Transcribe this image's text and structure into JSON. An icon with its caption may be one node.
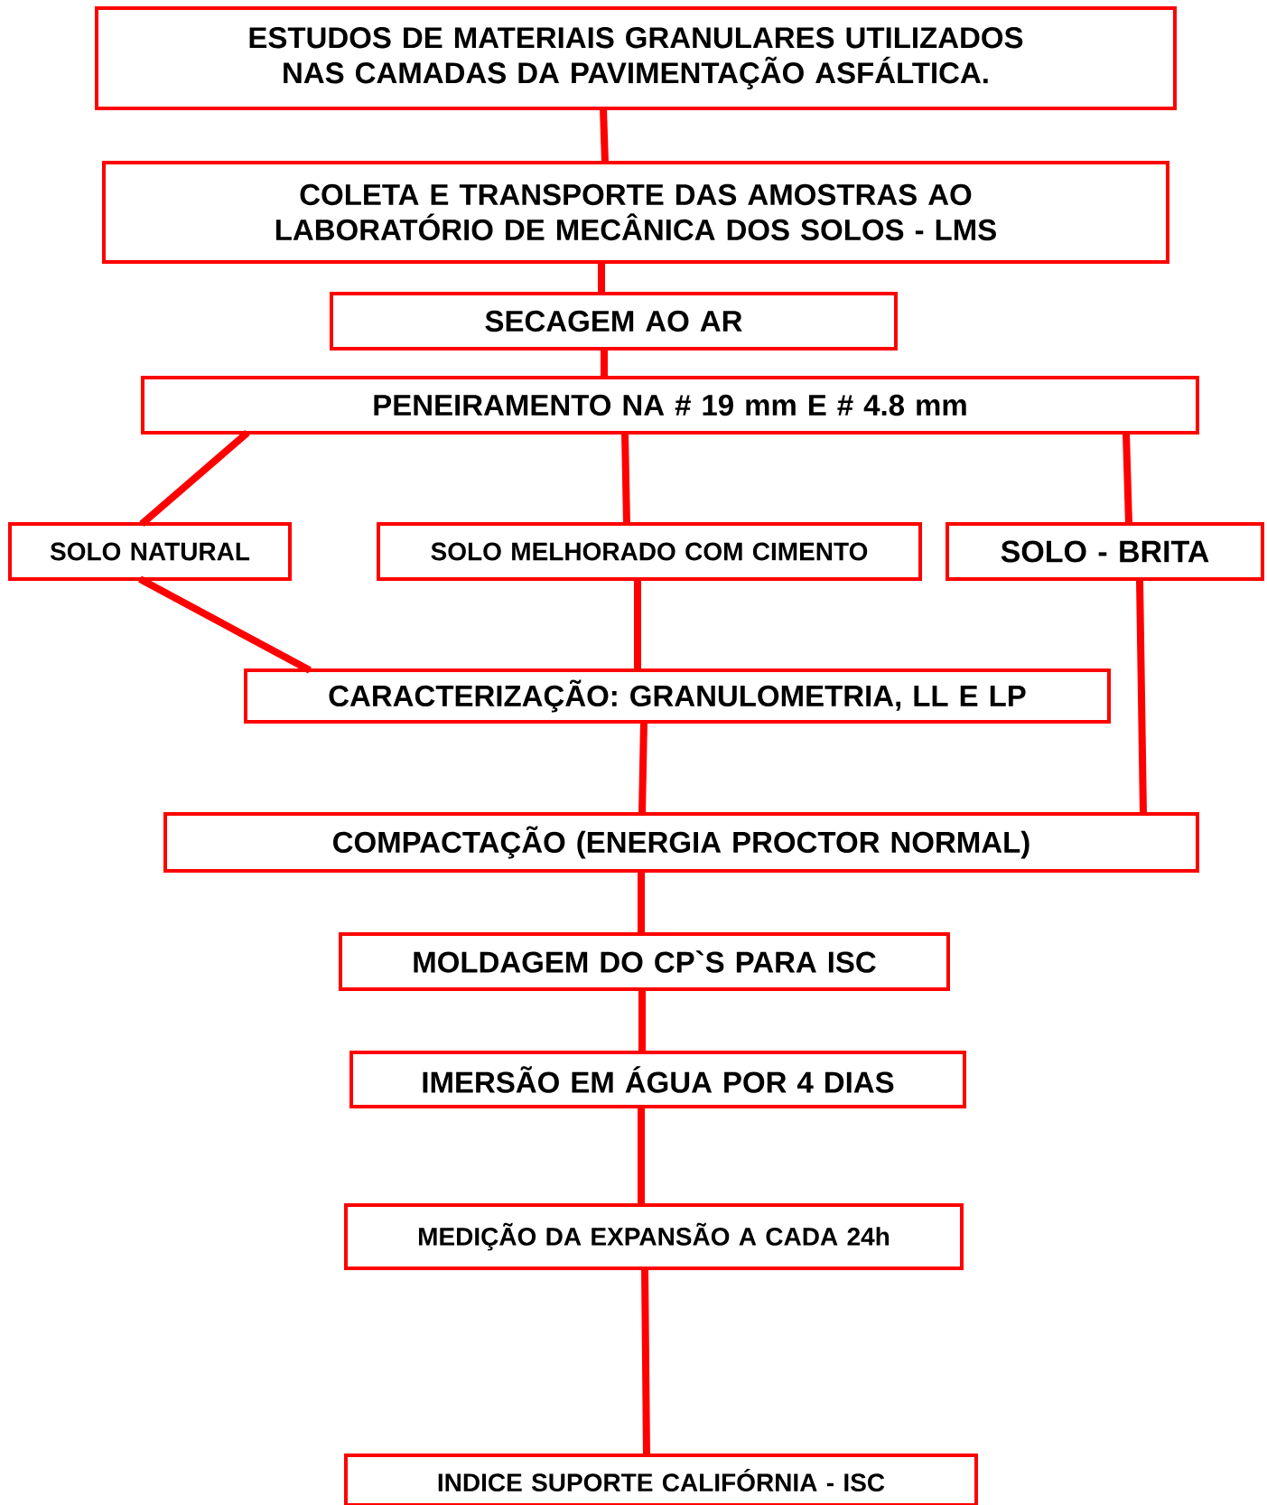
{
  "diagram": {
    "nodes": [
      {
        "text": [
          "ESTUDOS DE MATERIAIS GRANULARES UTILIZADOS NAS CAMADAS DA PAVIMENTAÇÃO ASFÁLTICA."
        ]
      },
      {
        "text": [
          "COLETA E TRANSPORTE DAS AMOSTRAS AO LABORATÓRIO DE MECÂNICA DOS  SOLOS - LMS"
        ]
      },
      {
        "text": [
          "SECAGEM AO AR"
        ]
      },
      {
        "text": [
          "PENEIRAMENTO NA # 19 mm E # 4.8 mm"
        ]
      },
      {
        "text": [
          "SOLO NATURAL"
        ]
      },
      {
        "text": [
          "SOLO MELHORADO COM CIMENTO"
        ]
      },
      {
        "text": [
          "SOLO - BRITA"
        ]
      },
      {
        "text": [
          "CARACTERIZAÇÃO: GRANULOMETRIA, LL E LP"
        ]
      },
      {
        "text": [
          "COMPACTAÇÃO (ENERGIA PROCTOR NORMAL)"
        ]
      },
      {
        "text": [
          "MOLDAGEM DO CP`S PARA ISC"
        ]
      },
      {
        "text": [
          "IMERSÃO EM ÁGUA POR 4 DIAS"
        ]
      },
      {
        "text": [
          "MEDIÇÃO DA EXPANSÃO A CADA  24h"
        ]
      },
      {
        "text": [
          "INDICE SUPORTE CALIFÓRNIA - ISC"
        ]
      }
    ],
    "edges": [
      {
        "from": 0,
        "to": 1,
        "arrow": "none"
      },
      {
        "from": 1,
        "to": 2,
        "arrow": "none"
      },
      {
        "from": 2,
        "to": 3,
        "arrow": "none"
      },
      {
        "from": 3,
        "to": 4,
        "arrow": "none"
      },
      {
        "from": 3,
        "to": 5,
        "arrow": "none"
      },
      {
        "from": 3,
        "to": 6,
        "arrow": "none"
      },
      {
        "from": 4,
        "to": 7,
        "arrow": "none"
      },
      {
        "from": 5,
        "to": 7,
        "arrow": "none"
      },
      {
        "from": 6,
        "to": 8,
        "arrow": "none"
      },
      {
        "from": 7,
        "to": 8,
        "arrow": "none"
      },
      {
        "from": 8,
        "to": 9,
        "arrow": "none"
      },
      {
        "from": 9,
        "to": 10,
        "arrow": "none"
      },
      {
        "from": 10,
        "to": 11,
        "arrow": "none"
      },
      {
        "from": 11,
        "to": 12,
        "arrow": "none"
      }
    ]
  }
}
